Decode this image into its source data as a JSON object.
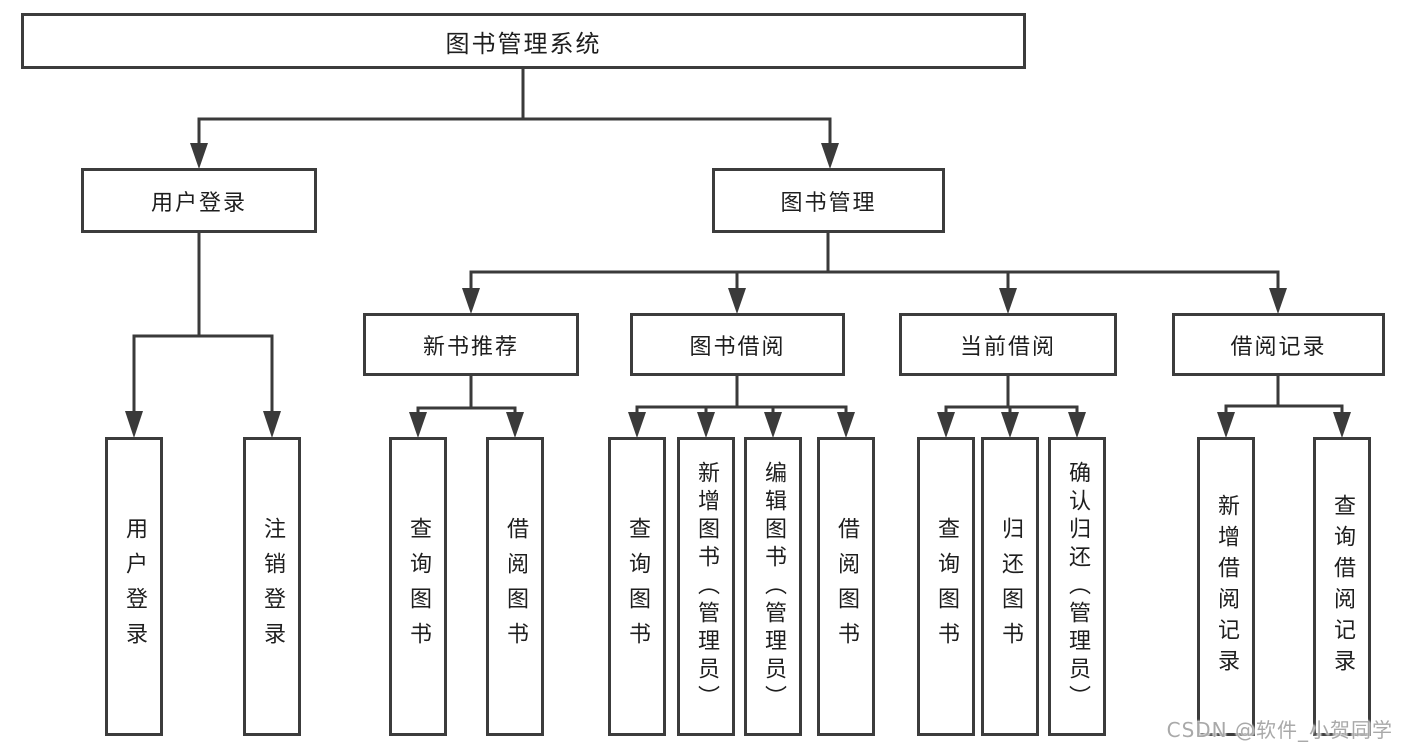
{
  "title": "图书管理系统",
  "tree": {
    "root": {
      "label": "图书管理系统"
    },
    "branches": [
      {
        "label": "用户登录",
        "children": [
          {
            "label": "用户登录"
          },
          {
            "label": "注销登录"
          }
        ]
      },
      {
        "label": "图书管理",
        "children": [
          {
            "label": "新书推荐",
            "children": [
              {
                "label": "查询图书"
              },
              {
                "label": "借阅图书"
              }
            ]
          },
          {
            "label": "图书借阅",
            "children": [
              {
                "label": "查询图书"
              },
              {
                "label": "新增图书（管理员）"
              },
              {
                "label": "编辑图书（管理员）"
              },
              {
                "label": "借阅图书"
              }
            ]
          },
          {
            "label": "当前借阅",
            "children": [
              {
                "label": "查询图书"
              },
              {
                "label": "归还图书"
              },
              {
                "label": "确认归还（管理员）"
              }
            ]
          },
          {
            "label": "借阅记录",
            "children": [
              {
                "label": "新增借阅记录"
              },
              {
                "label": "查询借阅记录"
              }
            ]
          }
        ]
      }
    ]
  },
  "watermark": {
    "text": "CSDN @软件_小贺同学"
  },
  "colors": {
    "line": "#3a3a3a",
    "box_border": "#3c3c3c",
    "text": "#1e1e1e",
    "watermark": "#a9a9a9",
    "background": "#ffffff"
  }
}
